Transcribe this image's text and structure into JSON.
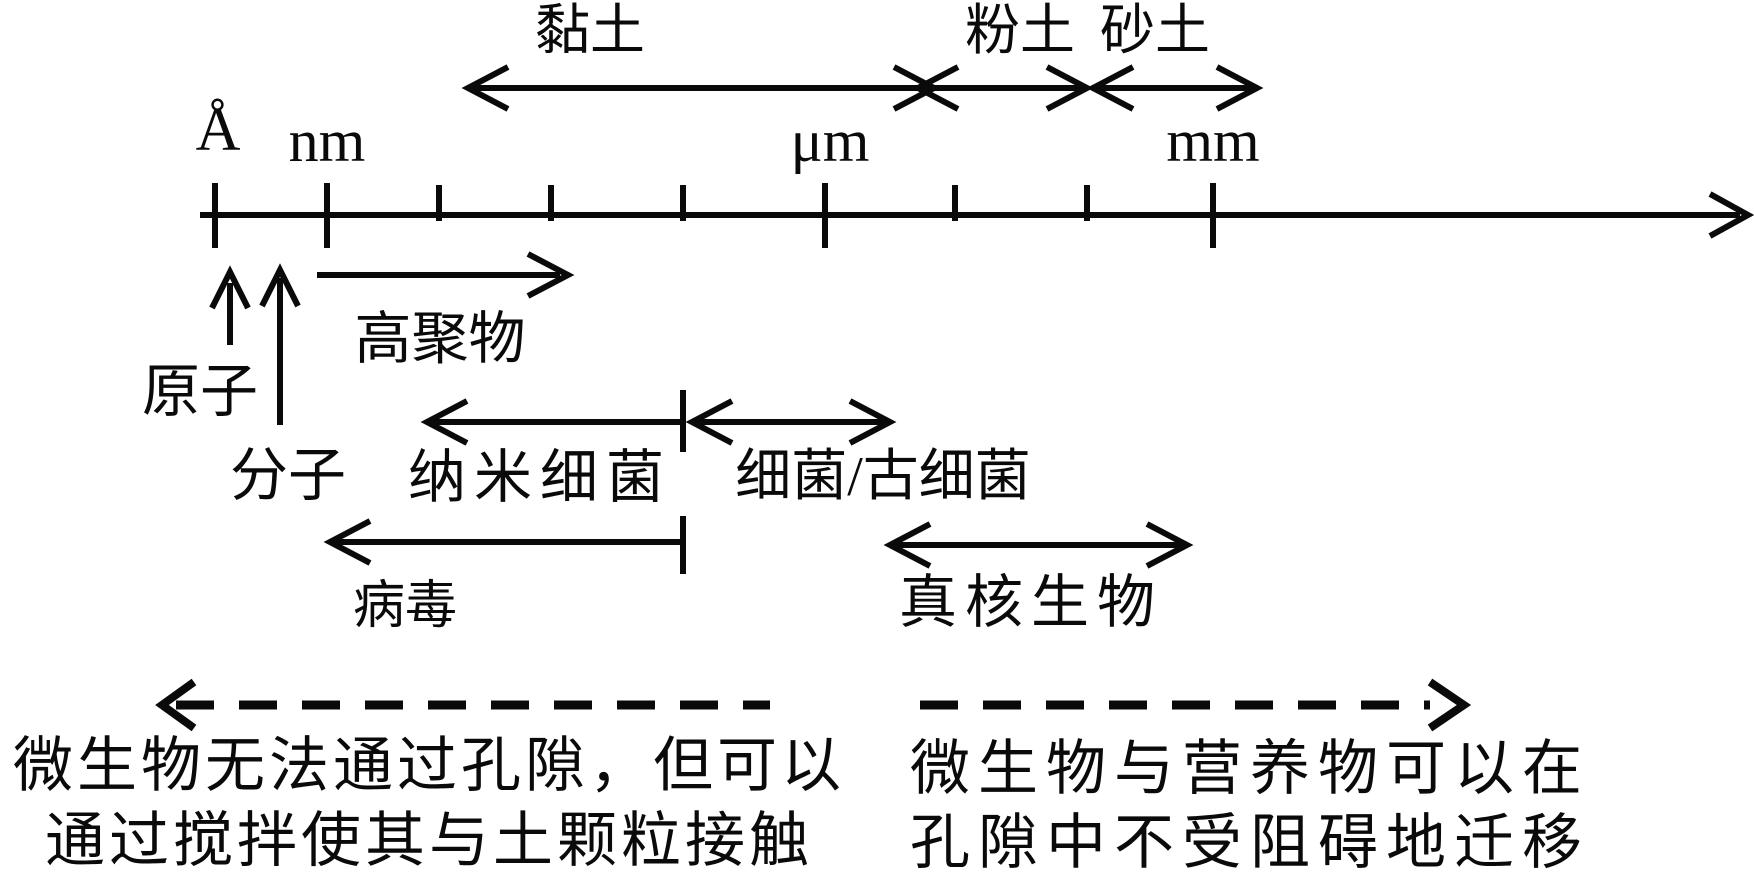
{
  "canvas": {
    "background": "#ffffff",
    "ink": "#0a0a0a"
  },
  "soil_scale": {
    "clay_label": "黏土",
    "silt_label": "粉土",
    "sand_label": "砂土"
  },
  "axis_units": {
    "angstrom": "Å",
    "nanometer": "nm",
    "micrometer": "μm",
    "millimeter": "mm"
  },
  "size_markers": {
    "atom": "原子",
    "molecule": "分子",
    "polymer": "高聚物",
    "nanobacteria": "纳米细菌",
    "bacteria_archaea": "细菌/古细菌",
    "virus": "病毒",
    "eukaryotes": "真核生物"
  },
  "annotations": {
    "left_note_line1": "微生物无法通过孔隙，但可以",
    "left_note_line2": "通过搅拌使其与土颗粒接触",
    "right_note_line1": "微生物与营养物可以在",
    "right_note_line2": "孔隙中不受阻碍地迁移"
  }
}
